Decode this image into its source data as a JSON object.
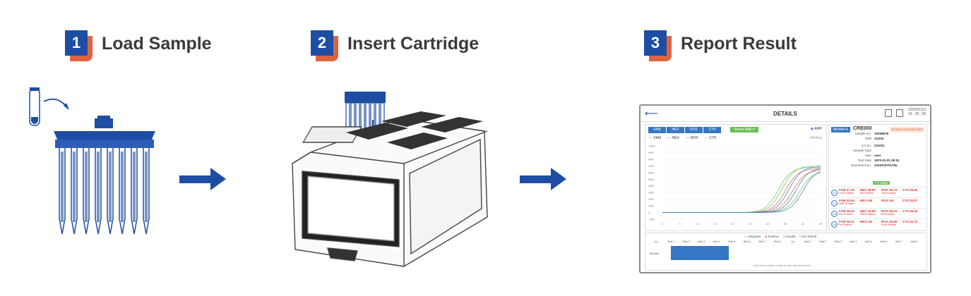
{
  "steps": [
    {
      "num": "1",
      "title": "Load Sample"
    },
    {
      "num": "2",
      "title": "Insert Cartridge"
    },
    {
      "num": "3",
      "title": "Report Result"
    }
  ],
  "colors": {
    "accent_blue": "#1e4ea3",
    "accent_orange": "#e0633f",
    "green": "#6dbf57",
    "red": "#d93025"
  },
  "screen": {
    "title": "DETAILS",
    "date": "2022/01/13",
    "time": "16 : 20 : 58",
    "tabs": [
      "FAM",
      "HEX",
      "ROX",
      "CY5"
    ],
    "select_well": "Select Well",
    "radio_amp": "AMP",
    "radio_melting": "Melting",
    "legend": [
      "FAM",
      "HEX",
      "ROX",
      "CY5"
    ],
    "module": "Module A",
    "code": "CRE000",
    "warning": "Interconnected tube",
    "fields": [
      {
        "k": "Sample No.",
        "v": "12345678"
      },
      {
        "k": "Well",
        "v": "A1234"
      },
      {
        "k": "Lot No.",
        "v": "211011"
      },
      {
        "k": "Sample Type",
        "v": ""
      },
      {
        "k": "User",
        "v": "user"
      },
      {
        "k": "Test Date",
        "v": "1970-01-01 00:01"
      },
      {
        "k": "Instrument No.",
        "v": "210321070179a"
      }
    ],
    "ct_label": "CT Value",
    "results": [
      {
        "id": "A1",
        "cells": [
          [
            "FAM 27.15",
            "OXA Positive"
          ],
          [
            "HEX 38.00",
            "IMI Positive"
          ],
          [
            "ROX 25.73",
            "GIM Positive"
          ],
          [
            "CY5 25.30",
            ""
          ]
        ]
      },
      {
        "id": "A2",
        "cells": [
          [
            "FAM 30.64",
            "AMP Positive"
          ],
          [
            "HEX UN",
            ""
          ],
          [
            "ROX UN",
            ""
          ],
          [
            "CY5 32.57",
            ""
          ]
        ]
      },
      {
        "id": "A3",
        "cells": [
          [
            "FAM 26.33",
            "Pha Positive"
          ],
          [
            "HEX 33.09",
            "NDM Positive"
          ],
          [
            "ROX 28.24",
            "AB Positive"
          ],
          [
            "CY5 26.43",
            ""
          ]
        ]
      },
      {
        "id": "A4",
        "cells": [
          [
            "FAM 28.11",
            "PA Positive"
          ],
          [
            "HEX UN",
            ""
          ],
          [
            "ROX 30.66",
            "Ecoli Positive"
          ],
          [
            "CY5 32.73",
            ""
          ]
        ]
      }
    ],
    "bottom_legend": [
      "Negative",
      "Positive",
      "Invalid",
      "No Result"
    ],
    "well_header": [
      "Lis",
      "Well 1",
      "Well 2",
      "Well 3",
      "Well 4",
      "Well 5",
      "Well 6",
      "Well 7",
      "Well 8",
      "Lis",
      "Well 1",
      "Well 2",
      "Well 3",
      "Well 4",
      "Well 5",
      "Well 6",
      "Well 7",
      "Well 8"
    ],
    "row_label": "Module",
    "note": "* Click the module or well to view the test result"
  },
  "chart_data": {
    "type": "line",
    "x_ticks": [
      "0",
      "5",
      "10",
      "15",
      "20",
      "25",
      "30",
      "35",
      "40",
      "45"
    ],
    "y_ticks": [
      "10000",
      "9000",
      "8000",
      "7000",
      "6000",
      "5000",
      "4000",
      "3000",
      "2000",
      "1000",
      "0",
      "-1000"
    ],
    "xlim": [
      0,
      45
    ],
    "ylim": [
      -1000,
      10000
    ],
    "series": [
      {
        "color": "#6dbf57",
        "midpoint": 33,
        "top": 6800
      },
      {
        "color": "#6dbf57",
        "midpoint": 34,
        "top": 7000
      },
      {
        "color": "#e0633f",
        "midpoint": 35,
        "top": 6600
      },
      {
        "color": "#3576c5",
        "midpoint": 36,
        "top": 6900
      },
      {
        "color": "#e0633f",
        "midpoint": 37,
        "top": 6400
      },
      {
        "color": "#3576c5",
        "midpoint": 38,
        "top": 6700
      },
      {
        "color": "#6dbf57",
        "midpoint": 39,
        "top": 6200
      },
      {
        "color": "#3576c5",
        "midpoint": 40,
        "top": 6500
      }
    ]
  }
}
